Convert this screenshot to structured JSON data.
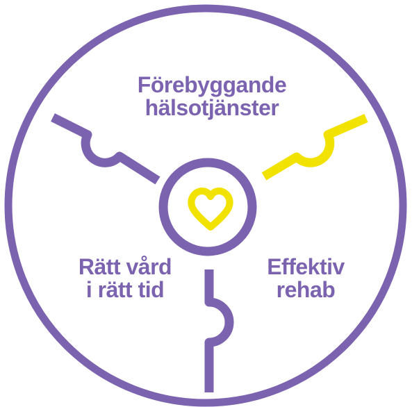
{
  "colors": {
    "purple": "#7B63B0",
    "yellow": "#F2E200",
    "background": "#FFFFFF"
  },
  "segments": {
    "top": {
      "line1": "Förebyggande",
      "line2": "hälsotjänster"
    },
    "bottom_left": {
      "line1": "Rätt vård",
      "line2": "i rätt tid"
    },
    "bottom_right": {
      "line1": "Effektiv",
      "line2": "rehab"
    }
  },
  "center_icon": "heart-icon"
}
